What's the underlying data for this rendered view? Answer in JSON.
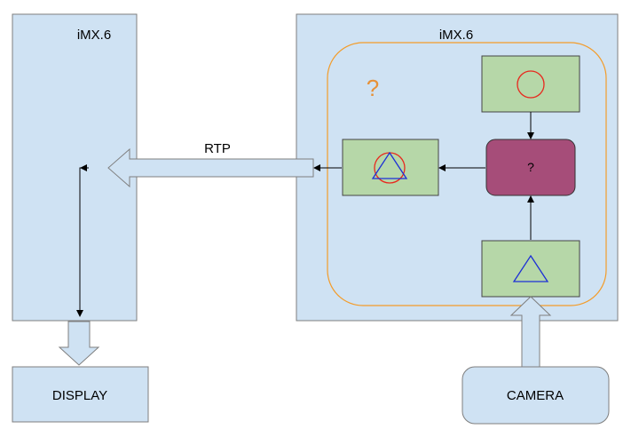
{
  "left_board": {
    "title": "iMX.6"
  },
  "right_board": {
    "title": "iMX.6"
  },
  "pipeline": {
    "unknown_group_label": "?",
    "processor_label": "?"
  },
  "stream": {
    "label": "RTP"
  },
  "display": {
    "label": "DISPLAY"
  },
  "camera": {
    "label": "CAMERA"
  },
  "colors": {
    "board_fill": "#cfe2f3",
    "board_stroke": "#7f7f7f",
    "group_stroke": "#f39c2a",
    "question_mark": "#e69138",
    "green_fill": "#b6d7a8",
    "processor_fill": "#a64d79",
    "circle_stroke": "#e8281e",
    "triangle_stroke": "#1c2fd6"
  }
}
